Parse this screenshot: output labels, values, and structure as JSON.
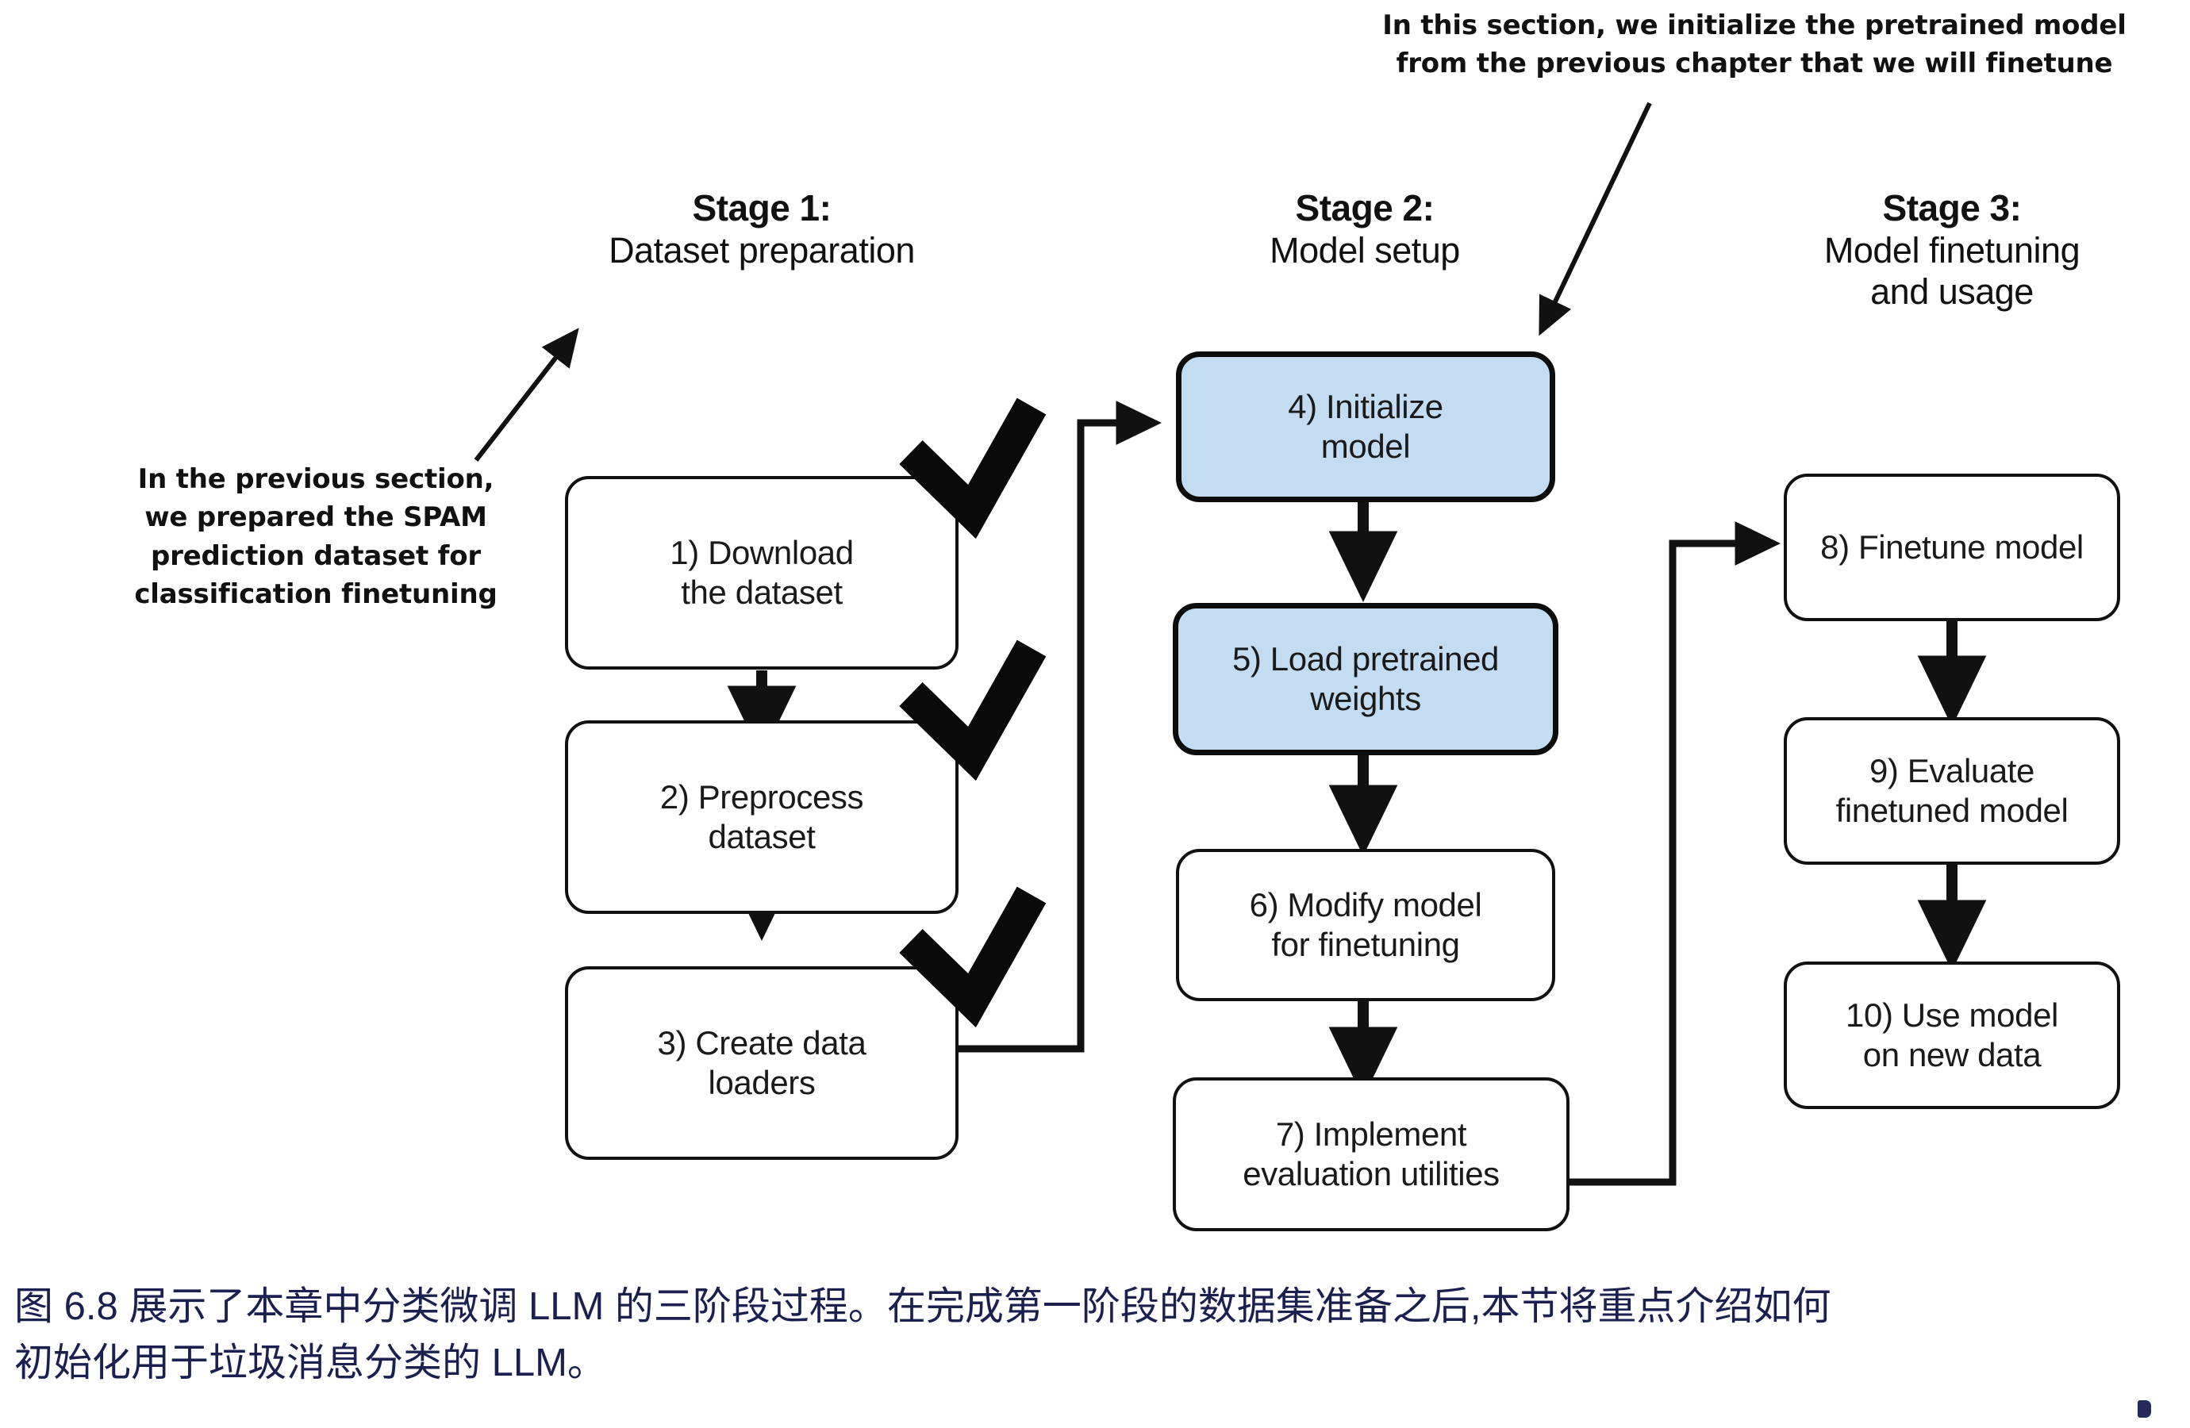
{
  "annotations": {
    "top_right": "In this section, we initialize the pretrained model\nfrom the previous chapter that we will finetune",
    "left": "In the previous section,\nwe prepared the SPAM\nprediction dataset for\nclassification finetuning"
  },
  "stages": [
    {
      "title": "Stage 1:",
      "subtitle": "Dataset preparation"
    },
    {
      "title": "Stage 2:",
      "subtitle": "Model setup"
    },
    {
      "title": "Stage 3:",
      "subtitle": "Model finetuning\nand usage"
    }
  ],
  "boxes": {
    "b1": "1) Download\nthe dataset",
    "b2": "2) Preprocess\ndataset",
    "b3": "3) Create data\nloaders",
    "b4": "4) Initialize\nmodel",
    "b5": "5) Load pretrained\nweights",
    "b6": "6) Modify model\nfor finetuning",
    "b7": "7) Implement\nevaluation utilities",
    "b8": "8) Finetune model",
    "b9": "9) Evaluate\nfinetuned model",
    "b10": "10) Use model\non new data"
  },
  "caption": {
    "line1": "图 6.8 展示了本章中分类微调 LLM 的三阶段过程。在完成第一阶段的数据集准备之后,本节将重点介绍如何",
    "line2": "初始化用于垃圾消息分类的 LLM。"
  },
  "colors": {
    "highlight_fill": "#c3dcf2",
    "stroke": "#111111",
    "caption_text": "#1b2050",
    "background": "#ffffff"
  },
  "chart_data": {
    "type": "diagram",
    "title": "Three-stage process for classification finetuning an LLM",
    "stages": [
      {
        "name": "Stage 1: Dataset preparation",
        "steps": [
          "1) Download the dataset",
          "2) Preprocess dataset",
          "3) Create data loaders"
        ],
        "completed_marks": 3,
        "highlighted_steps": []
      },
      {
        "name": "Stage 2: Model setup",
        "steps": [
          "4) Initialize model",
          "5) Load pretrained weights",
          "6) Modify model for finetuning",
          "7) Implement evaluation utilities"
        ],
        "completed_marks": 0,
        "highlighted_steps": [
          "4) Initialize model",
          "5) Load pretrained weights"
        ]
      },
      {
        "name": "Stage 3: Model finetuning and usage",
        "steps": [
          "8) Finetune model",
          "9) Evaluate finetuned model",
          "10) Use model on new data"
        ],
        "completed_marks": 0,
        "highlighted_steps": []
      }
    ],
    "edges": [
      [
        "1) Download the dataset",
        "2) Preprocess dataset"
      ],
      [
        "2) Preprocess dataset",
        "3) Create data loaders"
      ],
      [
        "3) Create data loaders",
        "4) Initialize model"
      ],
      [
        "4) Initialize model",
        "5) Load pretrained weights"
      ],
      [
        "5) Load pretrained weights",
        "6) Modify model for finetuning"
      ],
      [
        "6) Modify model for finetuning",
        "7) Implement evaluation utilities"
      ],
      [
        "7) Implement evaluation utilities",
        "8) Finetune model"
      ],
      [
        "8) Finetune model",
        "9) Evaluate finetuned model"
      ],
      [
        "9) Evaluate finetuned model",
        "10) Use model on new data"
      ]
    ]
  }
}
